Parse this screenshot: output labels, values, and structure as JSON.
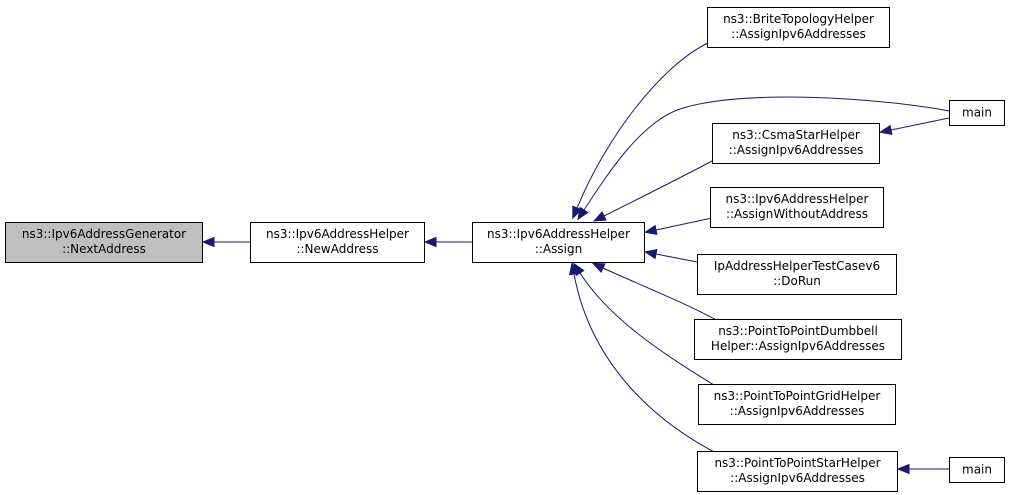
{
  "colors": {
    "edge": "#191970",
    "node_fill": "#ffffff",
    "root_fill": "#bfbfbf",
    "border": "#000000",
    "background": "#ffffff"
  },
  "nodes": [
    {
      "id": "next_address",
      "name": "node-ipv6-address-generator-next-address",
      "lines": [
        "ns3::Ipv6AddressGenerator",
        "::NextAddress"
      ],
      "root": true
    },
    {
      "id": "new_address",
      "name": "node-ipv6-address-helper-new-address",
      "lines": [
        "ns3::Ipv6AddressHelper",
        "::NewAddress"
      ]
    },
    {
      "id": "assign",
      "name": "node-ipv6-address-helper-assign",
      "lines": [
        "ns3::Ipv6AddressHelper",
        "::Assign"
      ]
    },
    {
      "id": "brite",
      "name": "node-brite-topology-helper-assign-ipv6-addresses",
      "lines": [
        "ns3::BriteTopologyHelper",
        "::AssignIpv6Addresses"
      ]
    },
    {
      "id": "main1",
      "name": "node-main-top",
      "lines": [
        "main"
      ]
    },
    {
      "id": "csma",
      "name": "node-csma-star-helper-assign-ipv6-addresses",
      "lines": [
        "ns3::CsmaStarHelper",
        "::AssignIpv6Addresses"
      ]
    },
    {
      "id": "without",
      "name": "node-ipv6-address-helper-assign-without-address",
      "lines": [
        "ns3::Ipv6AddressHelper",
        "::AssignWithoutAddress"
      ]
    },
    {
      "id": "testcase",
      "name": "node-ip-address-helper-test-casev6-do-run",
      "lines": [
        "IpAddressHelperTestCasev6",
        "::DoRun"
      ]
    },
    {
      "id": "dumbbell",
      "name": "node-point-to-point-dumbbell-helper-assign-ipv6-addresses",
      "lines": [
        "ns3::PointToPointDumbbell",
        "Helper::AssignIpv6Addresses"
      ]
    },
    {
      "id": "grid",
      "name": "node-point-to-point-grid-helper-assign-ipv6-addresses",
      "lines": [
        "ns3::PointToPointGridHelper",
        "::AssignIpv6Addresses"
      ]
    },
    {
      "id": "star",
      "name": "node-point-to-point-star-helper-assign-ipv6-addresses",
      "lines": [
        "ns3::PointToPointStarHelper",
        "::AssignIpv6Addresses"
      ]
    },
    {
      "id": "main2",
      "name": "node-main-bottom",
      "lines": [
        "main"
      ]
    }
  ],
  "edges": [
    {
      "from": "new_address",
      "to": "next_address"
    },
    {
      "from": "assign",
      "to": "new_address"
    },
    {
      "from": "brite",
      "to": "assign"
    },
    {
      "from": "main1",
      "to": "assign"
    },
    {
      "from": "csma",
      "to": "assign"
    },
    {
      "from": "main1",
      "to": "csma"
    },
    {
      "from": "without",
      "to": "assign"
    },
    {
      "from": "testcase",
      "to": "assign"
    },
    {
      "from": "dumbbell",
      "to": "assign"
    },
    {
      "from": "grid",
      "to": "assign"
    },
    {
      "from": "star",
      "to": "assign"
    },
    {
      "from": "main2",
      "to": "star"
    }
  ]
}
